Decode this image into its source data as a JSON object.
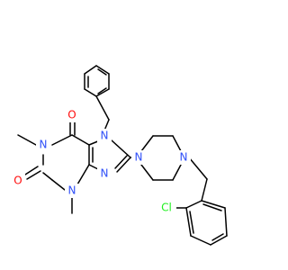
{
  "colors": {
    "carbon": "#000000",
    "nitrogen": "#3050f8",
    "oxygen": "#ff0d0d",
    "chlorine": "#1ff01f",
    "background": "#ffffff"
  },
  "atom_labels": {
    "n7": "N",
    "n9": "N",
    "n1": "N",
    "n3": "N",
    "o6": "O",
    "o2": "O",
    "pip_n1": "N",
    "pip_n4": "N",
    "cl": "Cl"
  }
}
